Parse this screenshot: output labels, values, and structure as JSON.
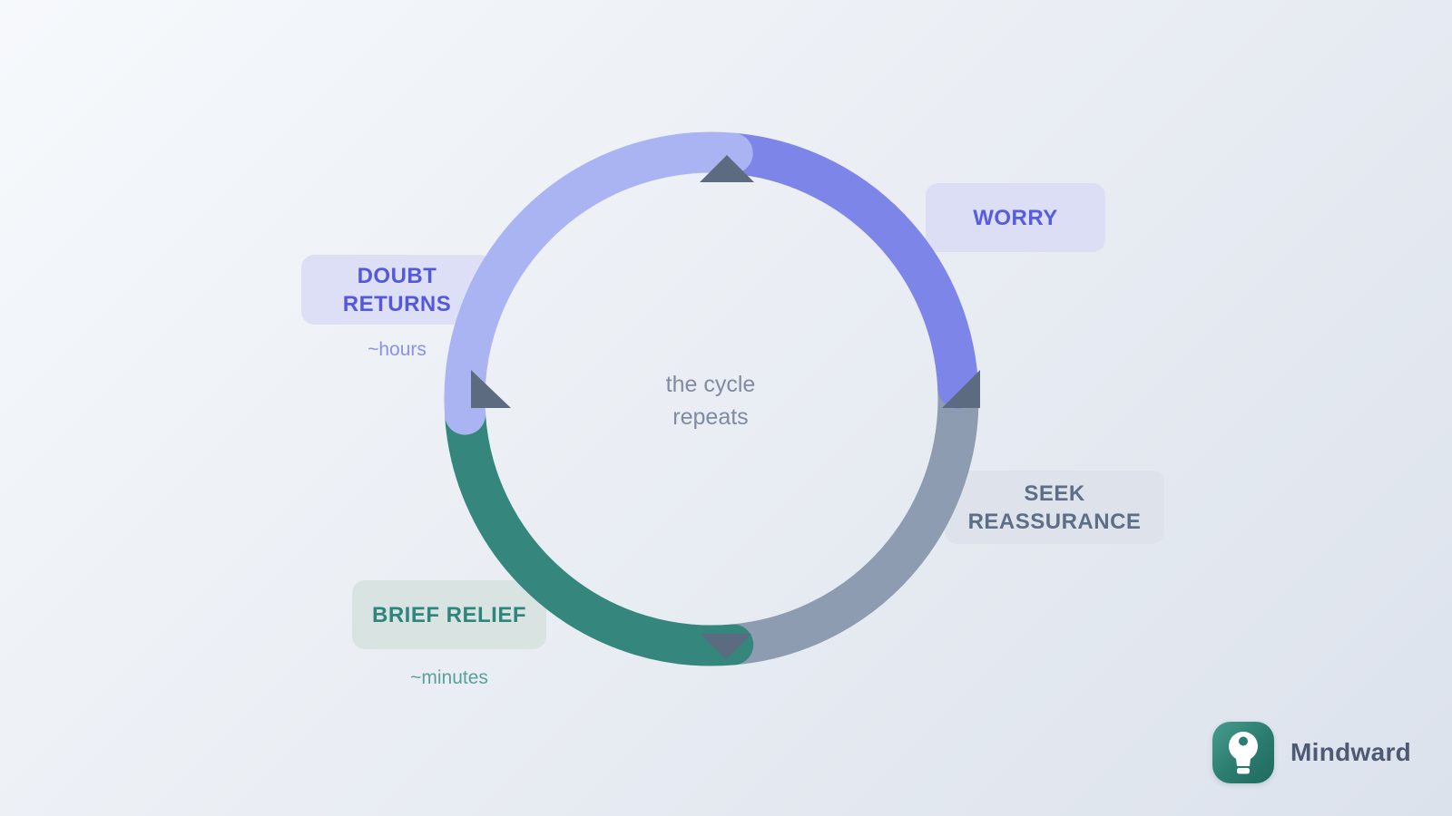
{
  "background": {
    "gradient_start": "#f6f9fc",
    "gradient_end": "#dce2ec"
  },
  "cycle": {
    "center_lines": [
      "the cycle",
      "repeats"
    ],
    "arrow_color": "#5d6b80",
    "direction": "clockwise"
  },
  "stages": [
    {
      "name": "worry",
      "lines": [
        "WORRY"
      ],
      "arc_color": "#7e85e8",
      "box_color": "#dbdef5",
      "text_color": "#575ce0"
    },
    {
      "name": "seek-reassurance",
      "lines": [
        "SEEK",
        "REASSURANCE"
      ],
      "arc_color": "#8e9cb2",
      "box_color": "#dde2eb",
      "text_color": "#5d6e89"
    },
    {
      "name": "brief-relief",
      "lines": [
        "BRIEF RELIEF"
      ],
      "duration": "~minutes",
      "duration_color": "#59a29a",
      "arc_color": "#35877d",
      "box_color": "#d9e4e2",
      "text_color": "#2f847b"
    },
    {
      "name": "doubt-returns",
      "lines": [
        "DOUBT",
        "RETURNS"
      ],
      "duration": "~hours",
      "duration_color": "#8a92ea",
      "arc_color": "#aab4f2",
      "box_color": "#dcdff6",
      "text_color": "#5459dc"
    }
  ],
  "brand": {
    "name": "Mindward",
    "logo_icon": "lightbulb-icon",
    "logo_gradient_start": "#479c8d",
    "logo_gradient_end": "#1f6a5f",
    "text_color": "#4e5a74"
  }
}
